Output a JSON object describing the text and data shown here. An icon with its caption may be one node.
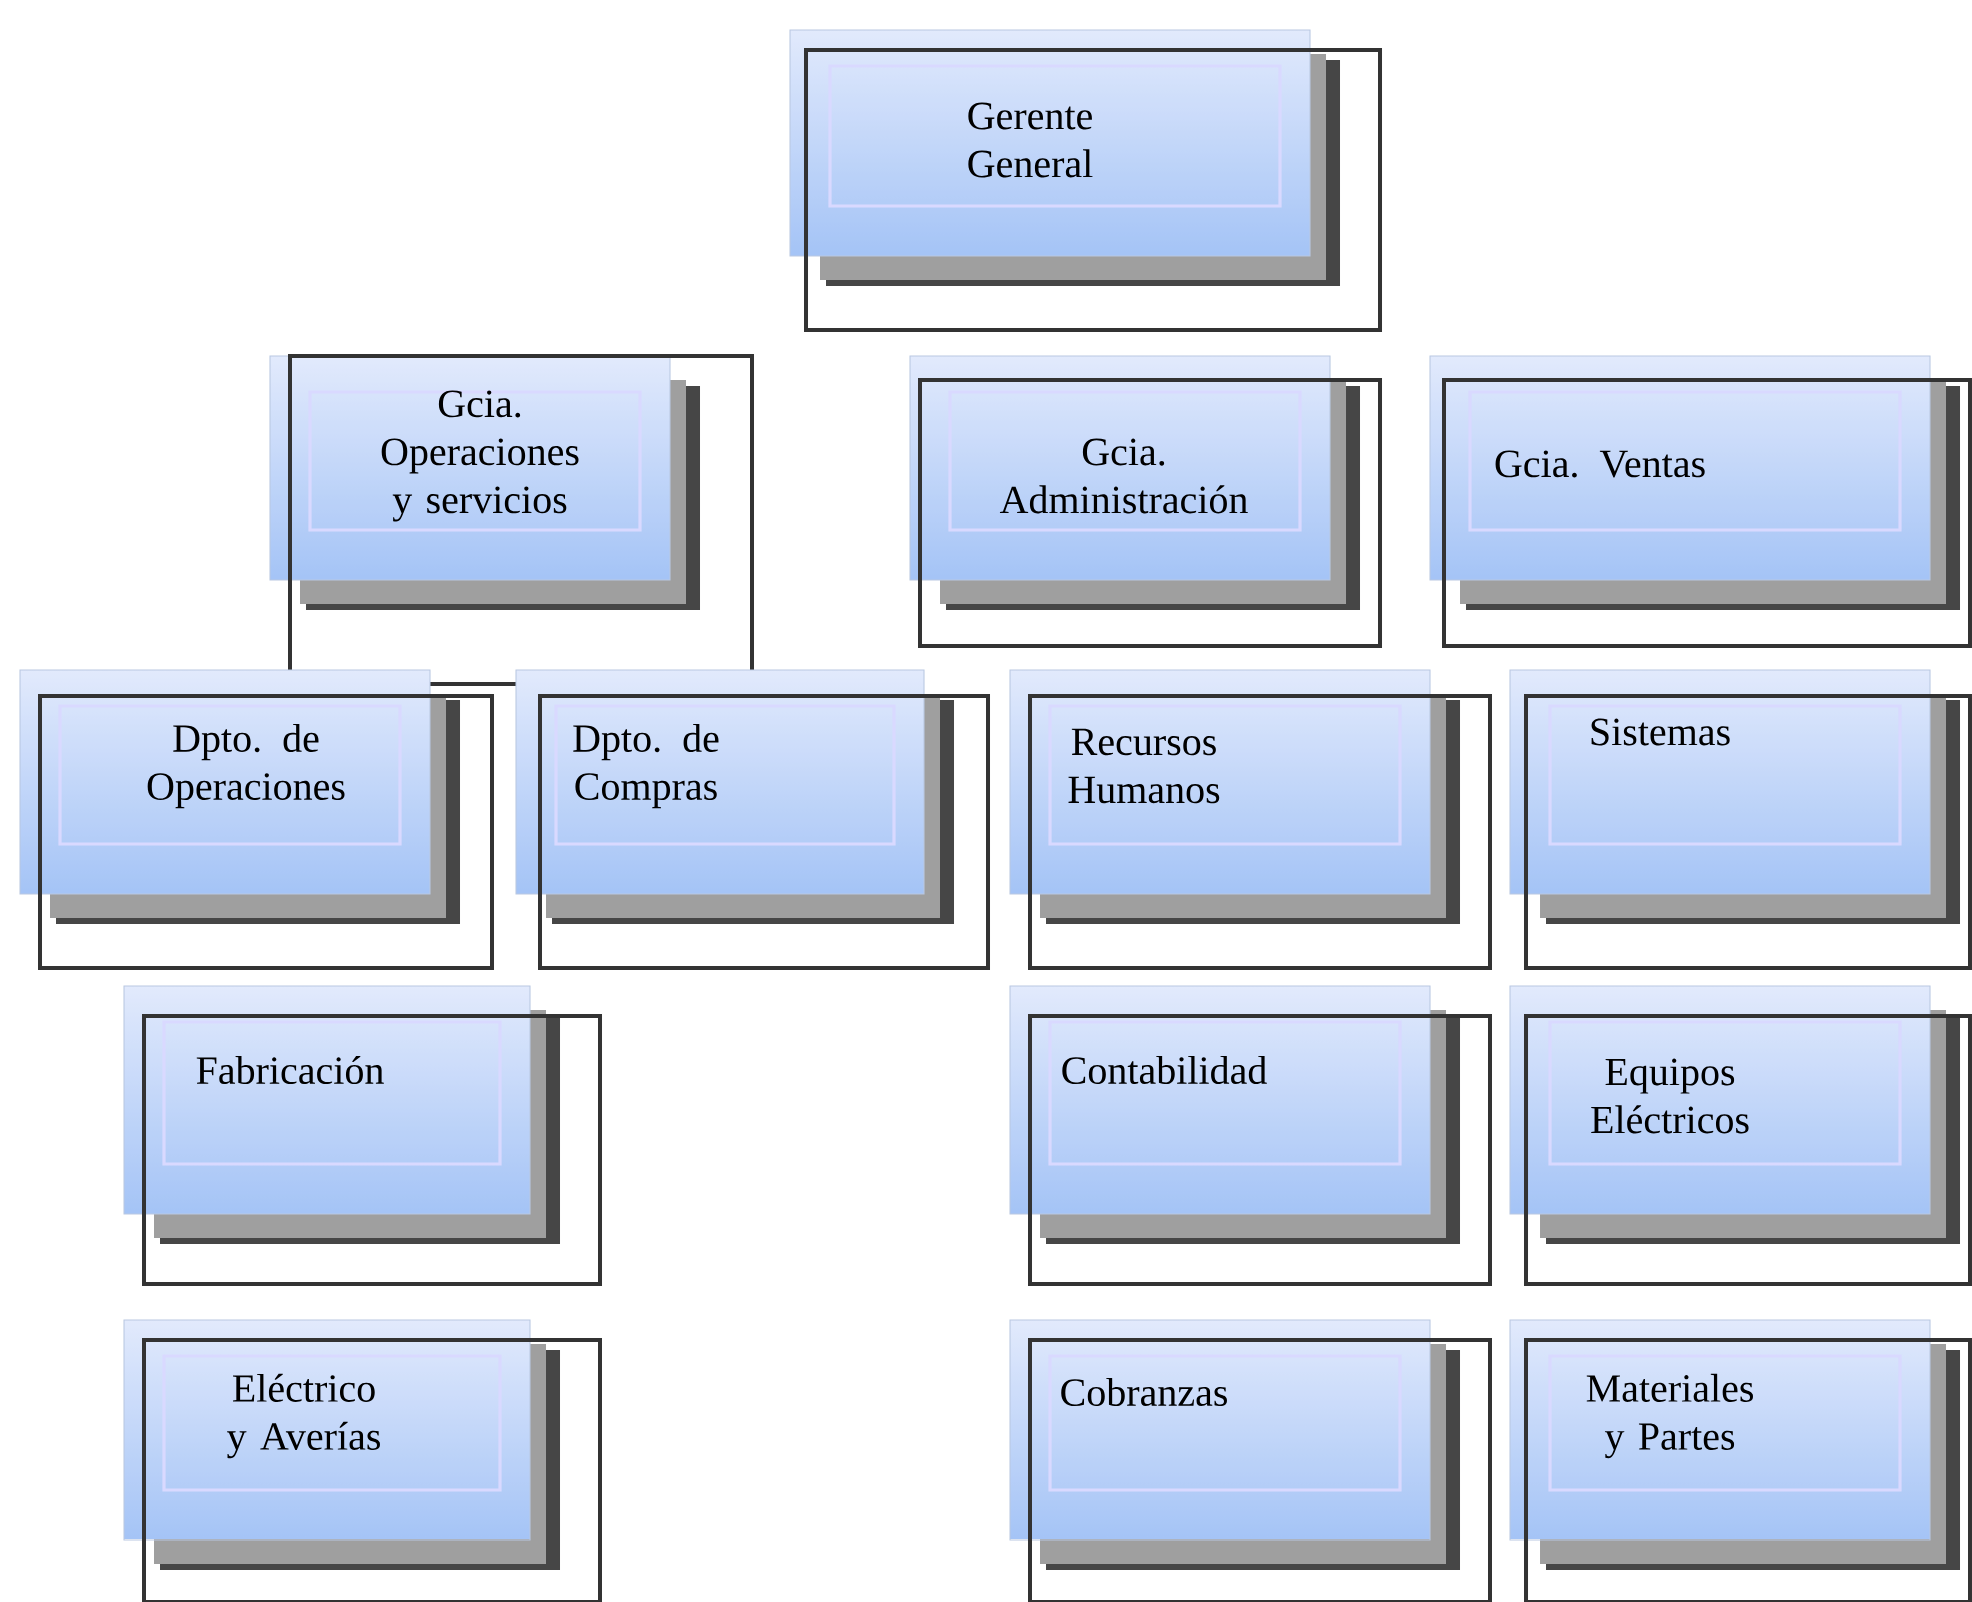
{
  "diagram": {
    "nodes": [
      {
        "text": [
          "Gerente General"
        ]
      },
      {
        "text": [
          "Gcia. Operaciones y servicios"
        ]
      },
      {
        "text": [
          "Gcia. Administración"
        ]
      },
      {
        "text": [
          "Gcia. Ventas"
        ]
      },
      {
        "text": [
          "Dpto. de Operaciones"
        ]
      },
      {
        "text": [
          "Dpto. de Compras"
        ]
      },
      {
        "text": [
          "Recursos Humanos"
        ]
      },
      {
        "text": [
          "Sistemas"
        ]
      },
      {
        "text": [
          "Fabricación"
        ]
      },
      {
        "text": [
          "Contabilidad"
        ]
      },
      {
        "text": [
          "Equipos Eléctricos"
        ]
      },
      {
        "text": [
          "Eléctrico y Averías"
        ]
      },
      {
        "text": [
          "Cobranzas"
        ]
      },
      {
        "text": [
          "Materiales y Partes"
        ]
      }
    ]
  }
}
